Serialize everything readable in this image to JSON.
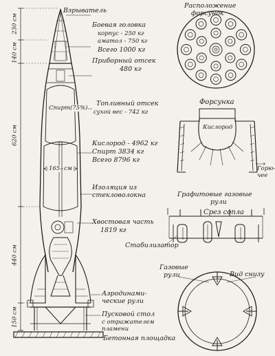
{
  "rocket": {
    "fuze": "Взрыватель",
    "warhead": {
      "title": "Боевая головка",
      "line1": "корпус - 250 кг",
      "line2": "аматол - 750 кг",
      "total": "Всего 1000 кг"
    },
    "instrument": {
      "title": "Приборный отсек",
      "mass": "480 кг"
    },
    "fuel_tank": {
      "title": "Топливный отсек",
      "dry": "сухой вес - 742 кг"
    },
    "inner_label_alcohol": "Спирт(75%)",
    "propellants": {
      "oxygen": "Кислород - 4962 кг",
      "alcohol": "Спирт 3834 кг",
      "total": "Всего 8796 кг"
    },
    "diameter": "165",
    "diameter_unit": "см",
    "insulation": {
      "line1": "Изоляция из",
      "line2": "стекловолокна"
    },
    "tail": {
      "title": "Хвостовая часть",
      "mass": "1819 кг"
    },
    "aero": {
      "line1": "Аэродинами-",
      "line2": "ческие рули"
    },
    "stand": {
      "line1": "Пусковой стол",
      "line2": "с отражателем",
      "line3": "пламени"
    },
    "pad": "Бетонная площадка",
    "dims": {
      "d1": "230 см",
      "d2": "140 см",
      "d3": "620 см",
      "d4": "440 см",
      "d5": "150 см"
    }
  },
  "injector_layout": {
    "line1": "Расположение",
    "line2": "форсунок"
  },
  "injector": {
    "title": "Форсунка",
    "oxygen": "Кислород",
    "fuel": "Горю-\nчее"
  },
  "vanes": {
    "title_line1": "Графитовые газовые",
    "title_line2": "рули",
    "nozzle_exit": "Срез сопла",
    "stabilizer": "Стабилизатор"
  },
  "bottom_view": {
    "gas_vanes_line1": "Газовые",
    "gas_vanes_line2": "рули",
    "title": "Вид снизу"
  }
}
